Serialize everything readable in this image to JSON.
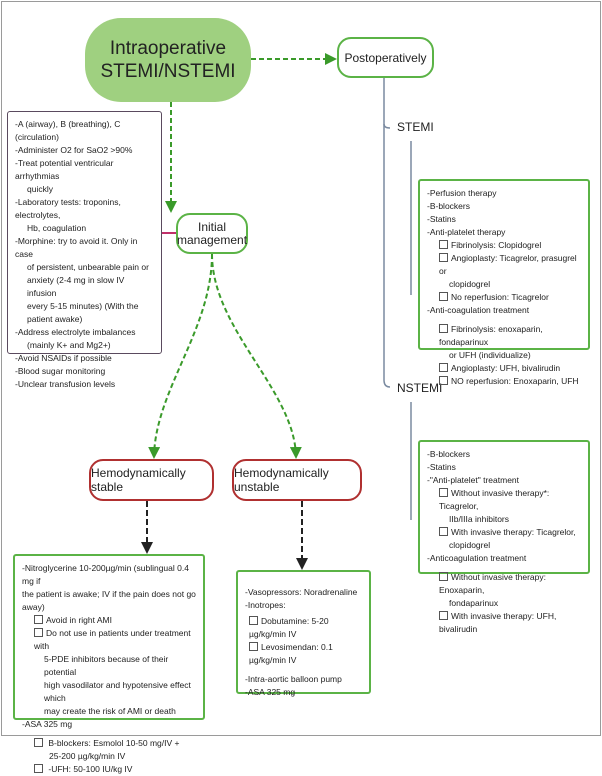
{
  "diagram": {
    "root": {
      "label_line1": "Intraoperative",
      "label_line2": "STEMI/NSTEMI"
    },
    "postoperatively": {
      "label": "Postoperatively"
    },
    "initial_management": {
      "label_line1": "Initial",
      "label_line2": "management"
    },
    "stable": {
      "label": "Hemodynamically stable"
    },
    "unstable": {
      "label": "Hemodynamically unstable"
    },
    "stemi_label": "STEMI",
    "nstemi_label": "NSTEMI",
    "initial_box": {
      "lines": [
        "-A (airway), B (breathing), C (circulation)",
        "-Administer O2 for SaO2 >90%",
        "-Treat potential ventricular arrhythmias",
        "quickly",
        "-Laboratory tests: troponins, electrolytes,",
        "Hb, coagulation",
        "-Morphine: try to avoid it. Only in case",
        "of persistent, unbearable pain or",
        "anxiety (2-4 mg in slow IV infusion",
        "every 5-15 minutes) (With the",
        "patient awake)",
        "-Address electrolyte imbalances",
        "(mainly K+ and Mg2+)",
        "-Avoid NSAIDs if possible",
        "-Blood sugar monitoring",
        "-Unclear transfusion levels"
      ]
    },
    "stemi_box": {
      "items": [
        "-Perfusion therapy",
        "-B-blockers",
        "-Statins",
        "-Anti-platelet therapy"
      ],
      "antiplatelet": [
        "Fibrinolysis: Clopidogrel",
        "Angioplasty: Ticagrelor, prasugrel or",
        "clopidogrel",
        "No reperfusion: Ticagrelor"
      ],
      "anticoag_title": "-Anti-coagulation treatment",
      "anticoag": [
        "Fibrinolysis: enoxaparin, fondaparinux",
        "or UFH (individualize)",
        "Angioplasty: UFH, bivalirudin",
        "NO reperfusion: Enoxaparin, UFH"
      ]
    },
    "nstemi_box": {
      "items": [
        "-B-blockers",
        "-Statins",
        "-\"Anti-platelet\" treatment"
      ],
      "antiplatelet": [
        "Without invasive therapy*: Ticagrelor,",
        "IIb/IIIa inhibitors",
        "With invasive therapy: Ticagrelor,",
        "clopidogrel"
      ],
      "anticoag_title": "-Anticoagulation treatment",
      "anticoag": [
        "Without invasive therapy: Enoxaparin,",
        "fondaparinux",
        "With invasive therapy: UFH, bivalirudin"
      ]
    },
    "stable_box": {
      "line1": "-Nitroglycerine 10-200µg/min (sublingual 0.4 mg if",
      "line2": "the patient is awake; IV if the pain does not go away)",
      "sub": [
        "Avoid in right AMI",
        "Do not use in patients under treatment with",
        "5-PDE inhibitors because of their potential",
        "high vasodilator and hypotensive effect which",
        "may create the risk of AMI or death"
      ],
      "asa": "-ASA 325 mg",
      "sub2": [
        "B-blockers: Esmolol 10-50 mg/IV +",
        "25-200 µg/kg/min IV",
        "-UFH: 50-100 IU/kg IV"
      ]
    },
    "unstable_box": {
      "items": [
        "-Vasopressors: Noradrenaline",
        "-Inotropes:"
      ],
      "inotropes": [
        "Dobutamine: 5-20 µg/kg/min IV",
        "Levosimendan: 0.1 µg/kg/min IV"
      ],
      "items2": [
        "-Intra-aortic balloon pump",
        "-ASA 325 mg"
      ]
    }
  },
  "colors": {
    "root_fill": "#9fd080",
    "green_border": "#5bb346",
    "red_border": "#b03030",
    "purple_border": "#5a4a5e",
    "connector_magenta": "#c0306a",
    "tree_line": "#7a8aa0"
  }
}
